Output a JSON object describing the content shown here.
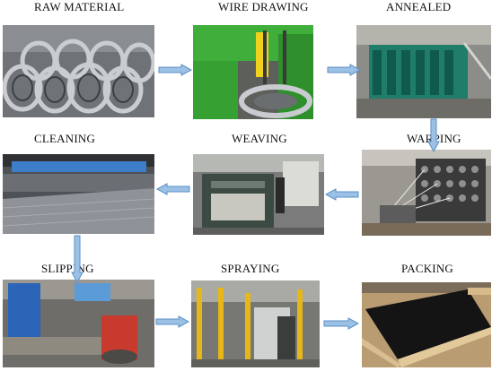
{
  "steps": {
    "raw_material": "RAW MATERIAL",
    "wire_drawing": "WIRE DRAWING",
    "annealed": "ANNEALED",
    "cleaning": "CLEANING",
    "weaving": "WEAVING",
    "warping": "WARPING",
    "slipping": "SLIPPING",
    "spraying": "SPRAYING",
    "packing": "PACKING"
  },
  "colors": {
    "arrow_fill": "#9cc1e6",
    "arrow_stroke": "#5b8fc7"
  }
}
